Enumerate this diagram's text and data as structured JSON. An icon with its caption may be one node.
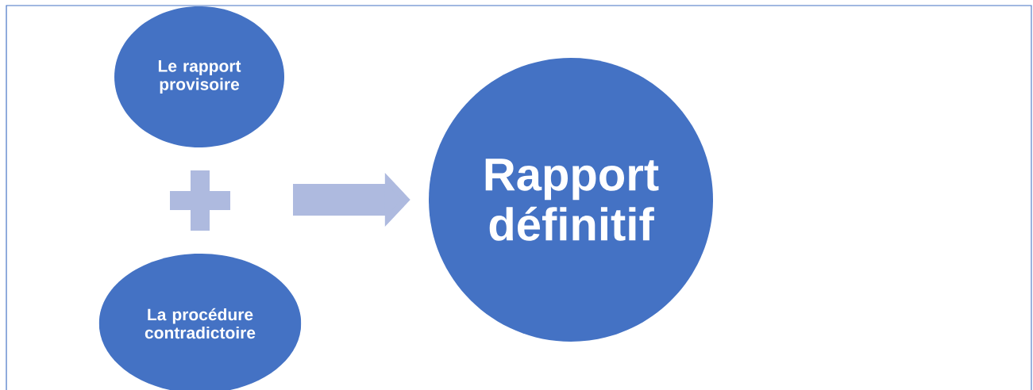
{
  "diagram": {
    "nodes": [
      {
        "text": [
          "Le rapport provisoire"
        ]
      },
      {
        "text": [],
        "shape": "plus"
      },
      {
        "text": [
          "La procédure contradictoire"
        ]
      },
      {
        "text": [
          "Rapport définitif"
        ]
      }
    ],
    "edges": [
      {
        "from": null,
        "to": 3,
        "arrow": "to"
      }
    ]
  }
}
